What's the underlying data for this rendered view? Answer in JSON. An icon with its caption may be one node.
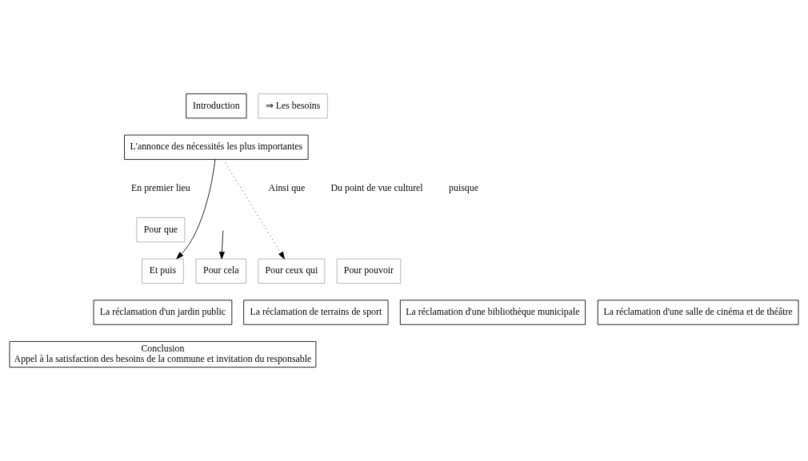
{
  "diagram": {
    "nodes": [
      {
        "text": [
          "Introduction"
        ]
      },
      {
        "text": [
          "⇒ Les besoins"
        ]
      },
      {
        "text": [
          "L'annonce des nécessités les plus importantes"
        ]
      },
      {
        "text": [
          "En premier lieu"
        ]
      },
      {
        "text": [
          "Ainsi que"
        ]
      },
      {
        "text": [
          "Du point de vue culturel"
        ]
      },
      {
        "text": [
          "puisque"
        ]
      },
      {
        "text": [
          "Pour que"
        ]
      },
      {
        "text": [
          "Et puis"
        ]
      },
      {
        "text": [
          "Pour cela"
        ]
      },
      {
        "text": [
          "Pour ceux qui"
        ]
      },
      {
        "text": [
          "Pour pouvoir"
        ]
      },
      {
        "text": [
          "La réclamation d'un jardin public"
        ]
      },
      {
        "text": [
          "La réclamation de terrains de sport"
        ]
      },
      {
        "text": [
          "La réclamation d'une bibliothèque municipale"
        ]
      },
      {
        "text": [
          "La réclamation d'une salle de cinéma et de théâtre"
        ]
      },
      {
        "text": [
          "Conclusion",
          "Appel à la satisfaction des besoins de la commune et invitation du responsable"
        ]
      }
    ],
    "edges": [
      {
        "from": 2,
        "to": 8,
        "arrow": "to"
      },
      {
        "from": 2,
        "to": 10,
        "arrow": "to",
        "style": "dashed"
      },
      {
        "from": null,
        "to": 9,
        "arrow": "to"
      }
    ]
  }
}
